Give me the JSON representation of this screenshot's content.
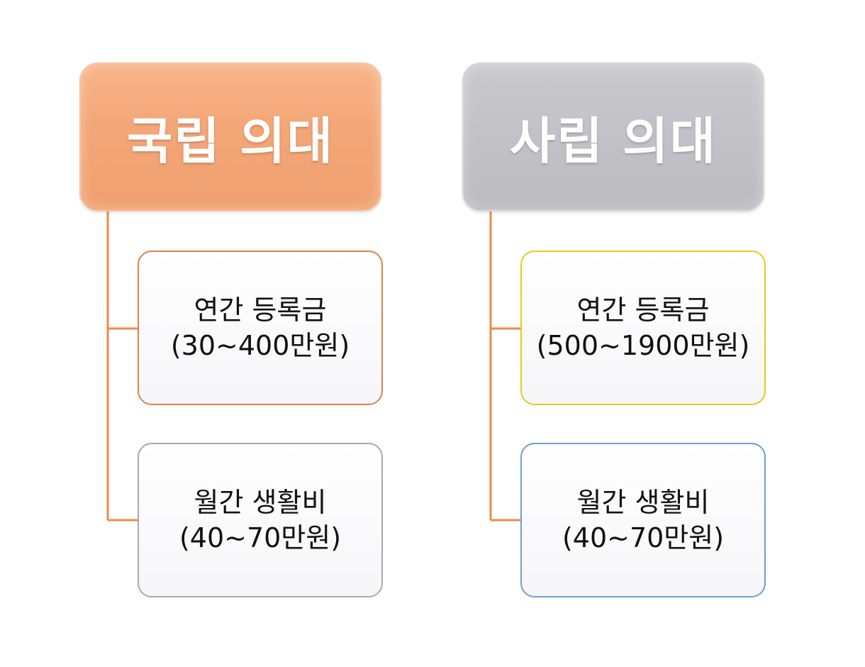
{
  "colors": {
    "connector": "#ee8a4a",
    "national_header": "#f3a677",
    "private_header": "#c2c2c7",
    "border_orange": "#d9844c",
    "border_gray": "#a9a9ad",
    "border_yellow": "#e8c920",
    "border_blue": "#6f9fcf"
  },
  "national": {
    "title": "국립 의대",
    "tuition": {
      "label": "연간 등록금",
      "range": "(30~400만원)"
    },
    "living": {
      "label": "월간 생활비",
      "range": "(40~70만원)"
    }
  },
  "private": {
    "title": "사립 의대",
    "tuition": {
      "label": "연간 등록금",
      "range": "(500~1900만원)"
    },
    "living": {
      "label": "월간 생활비",
      "range": "(40~70만원)"
    }
  }
}
